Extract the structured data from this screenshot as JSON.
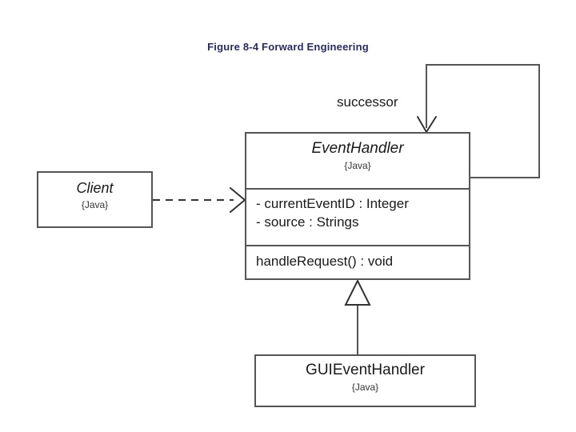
{
  "figure": {
    "title": "Figure 8-4 Forward Engineering",
    "title_color": "#2b2b5e",
    "background": "#ffffff",
    "line_color": "#555555",
    "text_color": "#1a1a1a"
  },
  "classes": {
    "client": {
      "name": "Client",
      "language_tag": "{Java}",
      "abstract": true
    },
    "event_handler": {
      "name": "EventHandler",
      "language_tag": "{Java}",
      "abstract": true,
      "attributes": [
        "- currentEventID : Integer",
        "- source : Strings"
      ],
      "operations": [
        "handleRequest() : void"
      ]
    },
    "gui_event_handler": {
      "name": "GUIEventHandler",
      "language_tag": "{Java}",
      "abstract": false
    }
  },
  "relationships": {
    "dependency": {
      "label": "",
      "from": "Client",
      "to": "EventHandler",
      "style": "dashed",
      "arrowhead": "open"
    },
    "self_association": {
      "label": "successor",
      "from": "EventHandler",
      "to": "EventHandler",
      "style": "solid",
      "arrowhead": "open"
    },
    "generalization": {
      "label": "",
      "from": "GUIEventHandler",
      "to": "EventHandler",
      "style": "solid",
      "arrowhead": "hollow-triangle"
    }
  }
}
